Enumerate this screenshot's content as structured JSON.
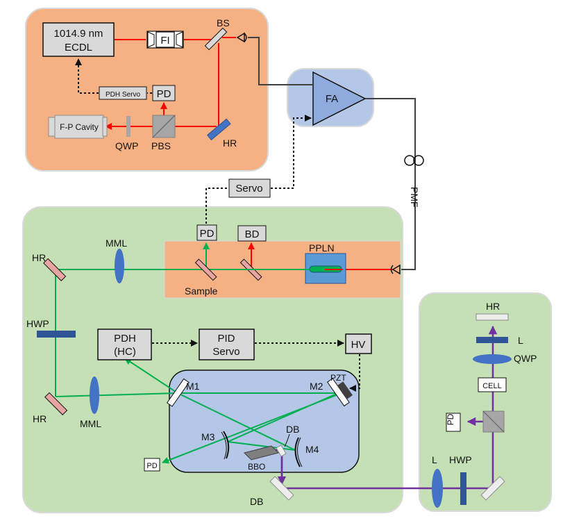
{
  "diagram": {
    "top_panel": {
      "laser": {
        "line1": "1014.9 nm",
        "line2": "ECDL"
      },
      "isolator": "FI",
      "beam_splitter": "BS",
      "pdh_servo": "PDH Servo",
      "photodiode": "PD",
      "cavity": "F-P Cavity",
      "qwp": "QWP",
      "pbs": "PBS",
      "hr": "HR"
    },
    "amplifier": "FA",
    "fiber": "PMF",
    "servo": "Servo",
    "conversion_stage": {
      "photodiode": "PD",
      "beam_dump": "BD",
      "crystal": "PPLN",
      "sample": "Sample"
    },
    "main_panel": {
      "hr_top": "HR",
      "mml_top": "MML",
      "hwp": "HWP",
      "hr_bottom": "HR",
      "mml_bottom": "MML",
      "pdh_hc": {
        "line1": "PDH",
        "line2": "(HC)"
      },
      "pid_servo": {
        "line1": "PID",
        "line2": "Servo"
      },
      "hv": "HV",
      "pd_small": "PD",
      "db_out": "DB"
    },
    "cavity": {
      "m1": "M1",
      "m2": "M2",
      "pzt": "PZT",
      "m3": "M3",
      "m4": "M4",
      "db": "DB",
      "bbo": "BBO"
    },
    "right_panel": {
      "hr": "HR",
      "l_top": "L",
      "qwp": "QWP",
      "cell": "CELL",
      "pd": "PD",
      "l_bottom": "L",
      "hwp": "HWP"
    },
    "colors": {
      "top_panel_fill": "#f5b183",
      "green_panel_fill": "#c5e0b4",
      "blue_fill": "#b4c7e7",
      "amp_blue": "#8faadc",
      "red_beam": "#ff0000",
      "green_beam": "#00b050",
      "purple_beam": "#7030a0",
      "optic_blue": "#4472c4",
      "mirror_pink": "#e8a3a3"
    }
  }
}
